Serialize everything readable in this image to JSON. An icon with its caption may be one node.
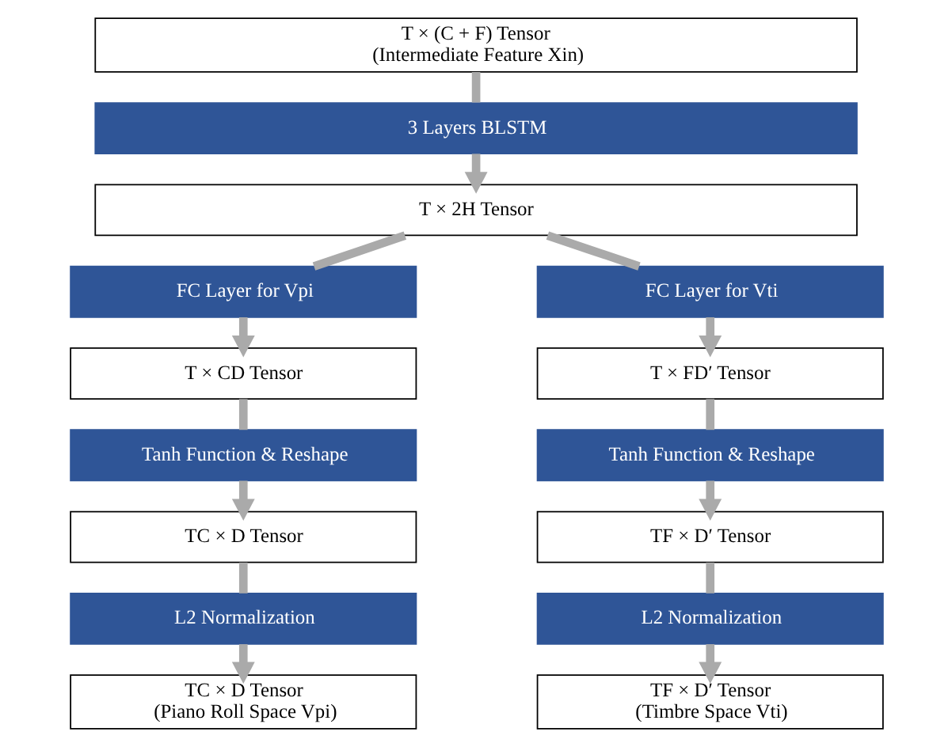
{
  "diagram": {
    "nodes": [
      {
        "text": [
          "T × (C + F) Tensor",
          "(Intermediate Feature Xin)"
        ]
      },
      {
        "text": [
          "3 Layers BLSTM"
        ]
      },
      {
        "text": [
          "T × 2H Tensor"
        ]
      },
      {
        "text": [
          "FC Layer for Vpi"
        ]
      },
      {
        "text": [
          "T × CD Tensor"
        ]
      },
      {
        "text": [
          "Tanh Function & Reshape"
        ]
      },
      {
        "text": [
          "TC × D Tensor"
        ]
      },
      {
        "text": [
          "L2 Normalization"
        ]
      },
      {
        "text": [
          "TC × D Tensor",
          "(Piano Roll Space Vpi)"
        ]
      },
      {
        "text": [
          "FC Layer for Vti"
        ]
      },
      {
        "text": [
          "T × FD′ Tensor"
        ]
      },
      {
        "text": [
          "Tanh Function & Reshape"
        ]
      },
      {
        "text": [
          "TF × D′ Tensor"
        ]
      },
      {
        "text": [
          "L2 Normalization"
        ]
      },
      {
        "text": [
          "TF × D′ Tensor",
          "(Timbre Space Vti)"
        ]
      }
    ],
    "edges": [
      {
        "from": 0,
        "to": 1,
        "arrow": "none"
      },
      {
        "from": 1,
        "to": 2,
        "arrow": "to"
      },
      {
        "from": 2,
        "to": 3,
        "arrow": "none"
      },
      {
        "from": 3,
        "to": 4,
        "arrow": "to"
      },
      {
        "from": 4,
        "to": 5,
        "arrow": "none"
      },
      {
        "from": 5,
        "to": 6,
        "arrow": "to"
      },
      {
        "from": 6,
        "to": 7,
        "arrow": "none"
      },
      {
        "from": 7,
        "to": 8,
        "arrow": "to"
      },
      {
        "from": 2,
        "to": 9,
        "arrow": "none"
      },
      {
        "from": 9,
        "to": 10,
        "arrow": "to"
      },
      {
        "from": 10,
        "to": 11,
        "arrow": "none"
      },
      {
        "from": 11,
        "to": 12,
        "arrow": "to"
      },
      {
        "from": 12,
        "to": 13,
        "arrow": "none"
      },
      {
        "from": 13,
        "to": 14,
        "arrow": "to"
      }
    ]
  }
}
